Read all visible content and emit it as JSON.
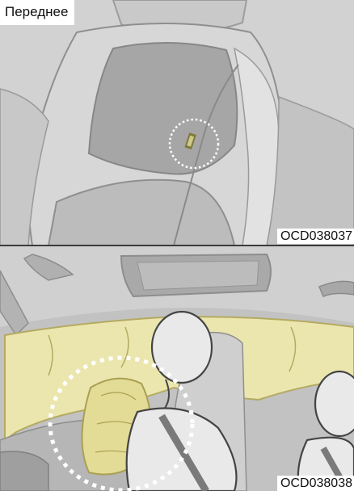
{
  "top_figure": {
    "caption": "Переднее",
    "code": "OCD038037"
  },
  "bottom_figure": {
    "code": "OCD038038"
  },
  "colors": {
    "seat_light": "#dcdcdc",
    "seat_dark": "#9a9a9a",
    "airbag_fill": "#ece7b0",
    "airbag_outline": "#b7ad66",
    "highlight_circle": "#ffffff"
  }
}
